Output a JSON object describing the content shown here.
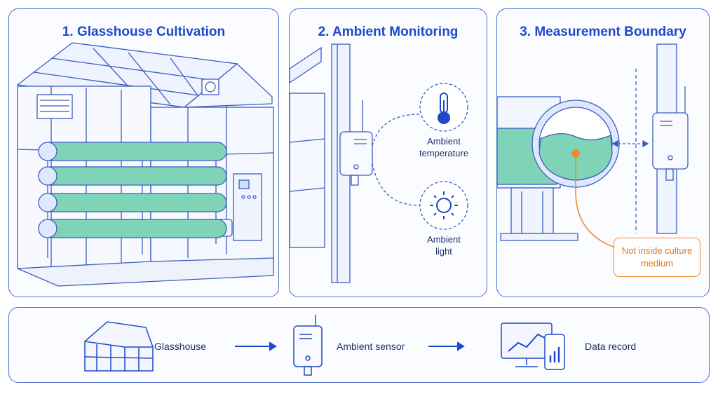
{
  "panels": [
    {
      "title": "1. Glasshouse Cultivation"
    },
    {
      "title": "2. Ambient Monitoring",
      "labels": {
        "temperature": "Ambient temperature",
        "light": "Ambient light"
      }
    },
    {
      "title": "3. Measurement Boundary",
      "callout": "Not inside culture medium"
    }
  ],
  "flow": {
    "steps": [
      {
        "label": "Glasshouse",
        "icon": "greenhouse-icon"
      },
      {
        "label": "Ambient sensor",
        "icon": "sensor-icon"
      },
      {
        "label": "Data record",
        "icon": "monitor-phone-icon"
      }
    ]
  },
  "colors": {
    "primary": "#1f49c9",
    "line": "#3a5cc0",
    "culture": "#5fc7a8",
    "accent": "#ef8a2c"
  }
}
